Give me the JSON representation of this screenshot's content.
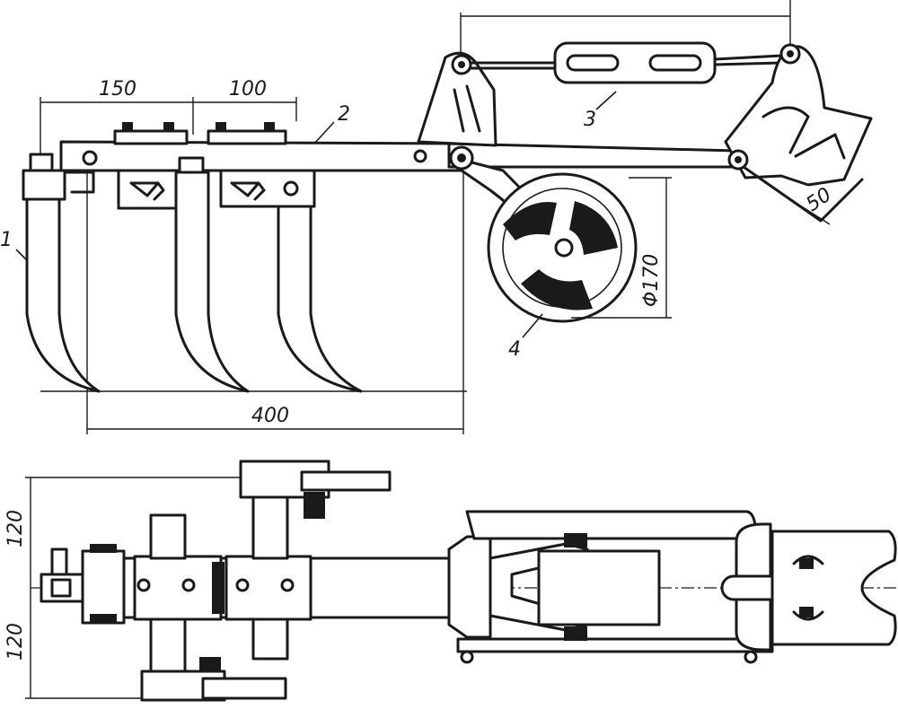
{
  "dimensions": {
    "tine_spacing_1": "150",
    "tine_spacing_2": "100",
    "working_length": "400",
    "wheel_diameter": "Φ170",
    "hitch_width": "50",
    "half_width_top": "120",
    "half_width_bottom": "120"
  },
  "callouts": {
    "frame": "2",
    "turnbuckle": "3",
    "wheel": "4",
    "tine": "1"
  }
}
